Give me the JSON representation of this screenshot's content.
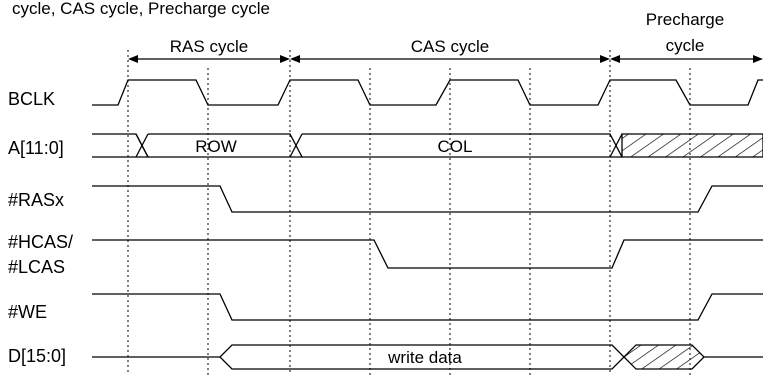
{
  "header": {
    "partial_text": "cycle, CAS cycle, Precharge cycle"
  },
  "cycles": [
    {
      "id": "ras",
      "label": "RAS cycle"
    },
    {
      "id": "cas",
      "label": "CAS cycle"
    },
    {
      "id": "precharge",
      "label_line1": "Precharge",
      "label_line2": "cycle"
    }
  ],
  "signals": {
    "bclk": "BCLK",
    "addr": "A[11:0]",
    "ras": "#RASx",
    "hcas": "#HCAS/",
    "lcas": "#LCAS",
    "we": "#WE",
    "data": "D[15:0]"
  },
  "bus_values": {
    "row": "ROW",
    "col": "COL",
    "write_data": "write data"
  }
}
